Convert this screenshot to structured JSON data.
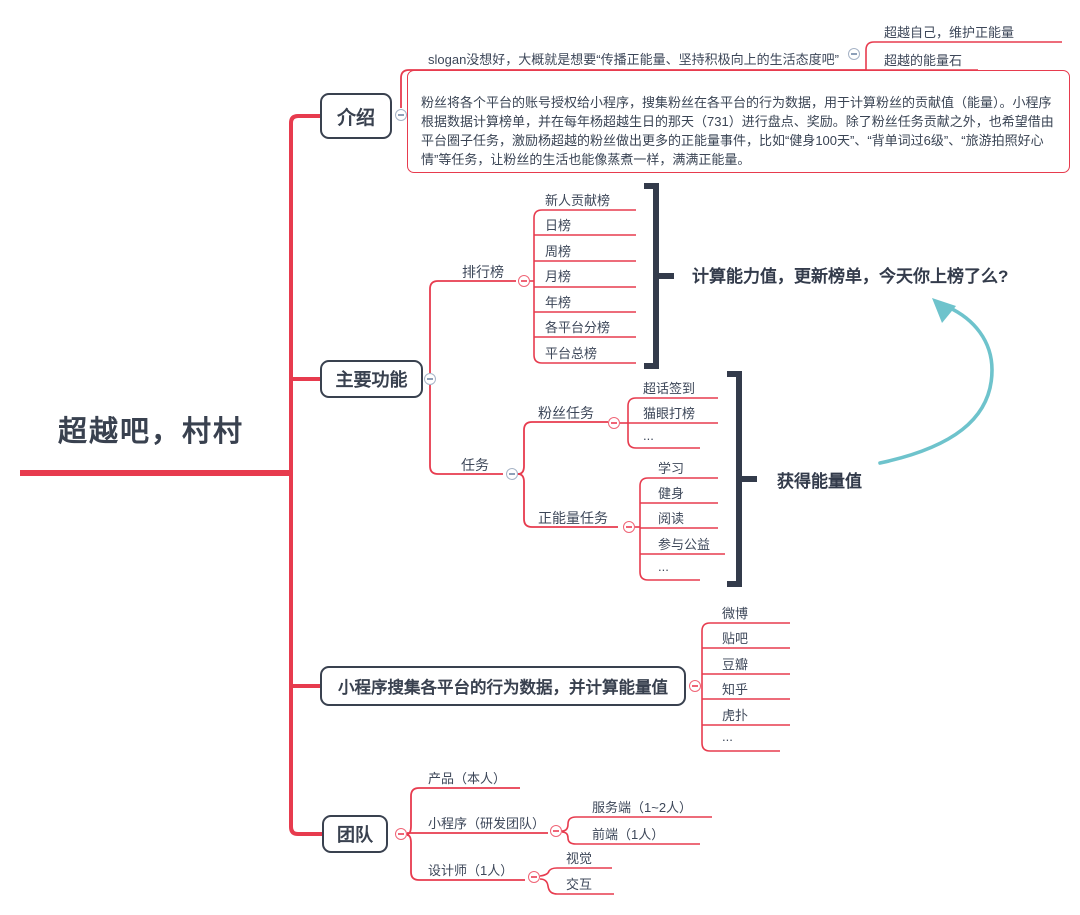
{
  "root_label": "超越吧，村村",
  "colors": {
    "branch_red": "#e73b4e",
    "dark_navy": "#333b4b",
    "teal_arrow": "#6ec3cc"
  },
  "intro": {
    "label": "介绍",
    "slogan": "slogan没想好，大概就是想要“传播正能量、坚持积极向上的生活态度吧”",
    "slogan_children": [
      "超越自己，维护正能量",
      "超越的能量石",
      "..."
    ],
    "description": "粉丝将各个平台的账号授权给小程序，搜集粉丝在各平台的行为数据，用于计算粉丝的贡献值（能量）。小程序根据数据计算榜单，并在每年杨超越生日的那天（731）进行盘点、奖励。除了粉丝任务贡献之外，也希望借由平台圈子任务，激励杨超越的粉丝做出更多的正能量事件，比如“健身100天”、“背单词过6级”、“旅游拍照好心情”等任务，让粉丝的生活也能像蒸煮一样，满满正能量。"
  },
  "features": {
    "label": "主要功能",
    "ranking": {
      "label": "排行榜",
      "items": [
        "新人贡献榜",
        "日榜",
        "周榜",
        "月榜",
        "年榜",
        "各平台分榜",
        "平台总榜"
      ],
      "summary": "计算能力值，更新榜单，今天你上榜了么?"
    },
    "tasks": {
      "label": "任务",
      "fan_tasks": {
        "label": "粉丝任务",
        "items": [
          "超话签到",
          "猫眼打榜",
          "..."
        ]
      },
      "positive_tasks": {
        "label": "正能量任务",
        "items": [
          "学习",
          "健身",
          "阅读",
          "参与公益",
          "..."
        ]
      },
      "summary": "获得能量值"
    }
  },
  "collect": {
    "label": "小程序搜集各平台的行为数据，并计算能量值",
    "platforms": [
      "微博",
      "贴吧",
      "豆瓣",
      "知乎",
      "虎扑",
      "..."
    ]
  },
  "team": {
    "label": "团队",
    "members": [
      {
        "label": "产品（本人）"
      },
      {
        "label": "小程序（研发团队）",
        "children": [
          "服务端（1~2人）",
          "前端（1人）"
        ]
      },
      {
        "label": "设计师（1人）",
        "children": [
          "视觉",
          "交互"
        ]
      }
    ]
  }
}
